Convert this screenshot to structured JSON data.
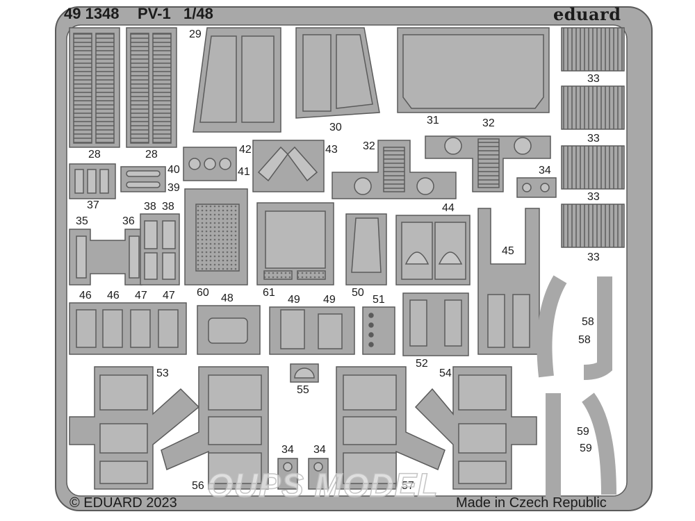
{
  "header": {
    "set_number": "49 1348",
    "aircraft": "PV-1",
    "scale": "1/48",
    "brand_logo": "eduard"
  },
  "footer": {
    "copyright": "© EDUARD 2023",
    "origin": "Made in Czech Republic"
  },
  "watermark": {
    "text": "OUPS MODEL"
  },
  "part_labels": [
    "28",
    "28",
    "29",
    "30",
    "31",
    "32",
    "32",
    "33",
    "33",
    "33",
    "33",
    "34",
    "34",
    "34",
    "35",
    "36",
    "37",
    "38",
    "38",
    "39",
    "40",
    "41",
    "42",
    "43",
    "44",
    "45",
    "46",
    "46",
    "47",
    "47",
    "48",
    "49",
    "49",
    "50",
    "51",
    "52",
    "53",
    "54",
    "55",
    "56",
    "57",
    "58",
    "58",
    "59",
    "59",
    "60",
    "61"
  ],
  "colors": {
    "fret_metal": "#a8a8a8",
    "fret_edge": "#5a5a5a",
    "background": "#ffffff",
    "text": "#1b1b1b"
  }
}
